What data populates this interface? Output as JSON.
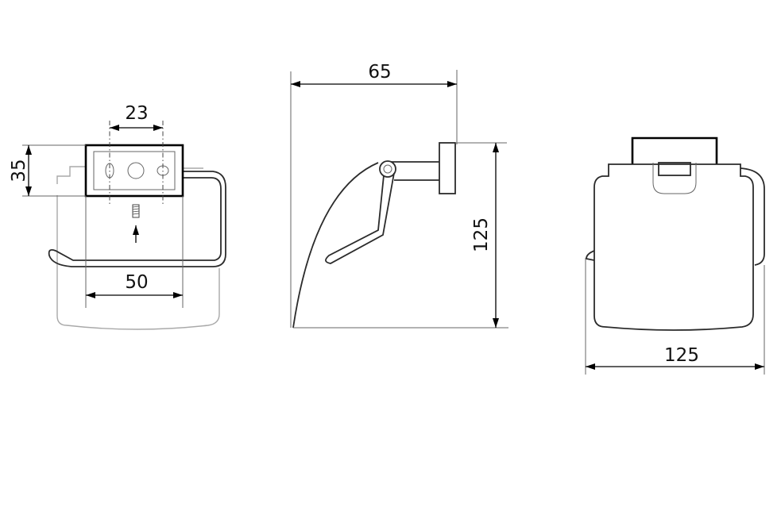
{
  "dimensions": {
    "top_hole_spacing": "23",
    "top_height": "35",
    "top_width": "50",
    "side_depth": "65",
    "side_height": "125",
    "front_width": "125"
  }
}
